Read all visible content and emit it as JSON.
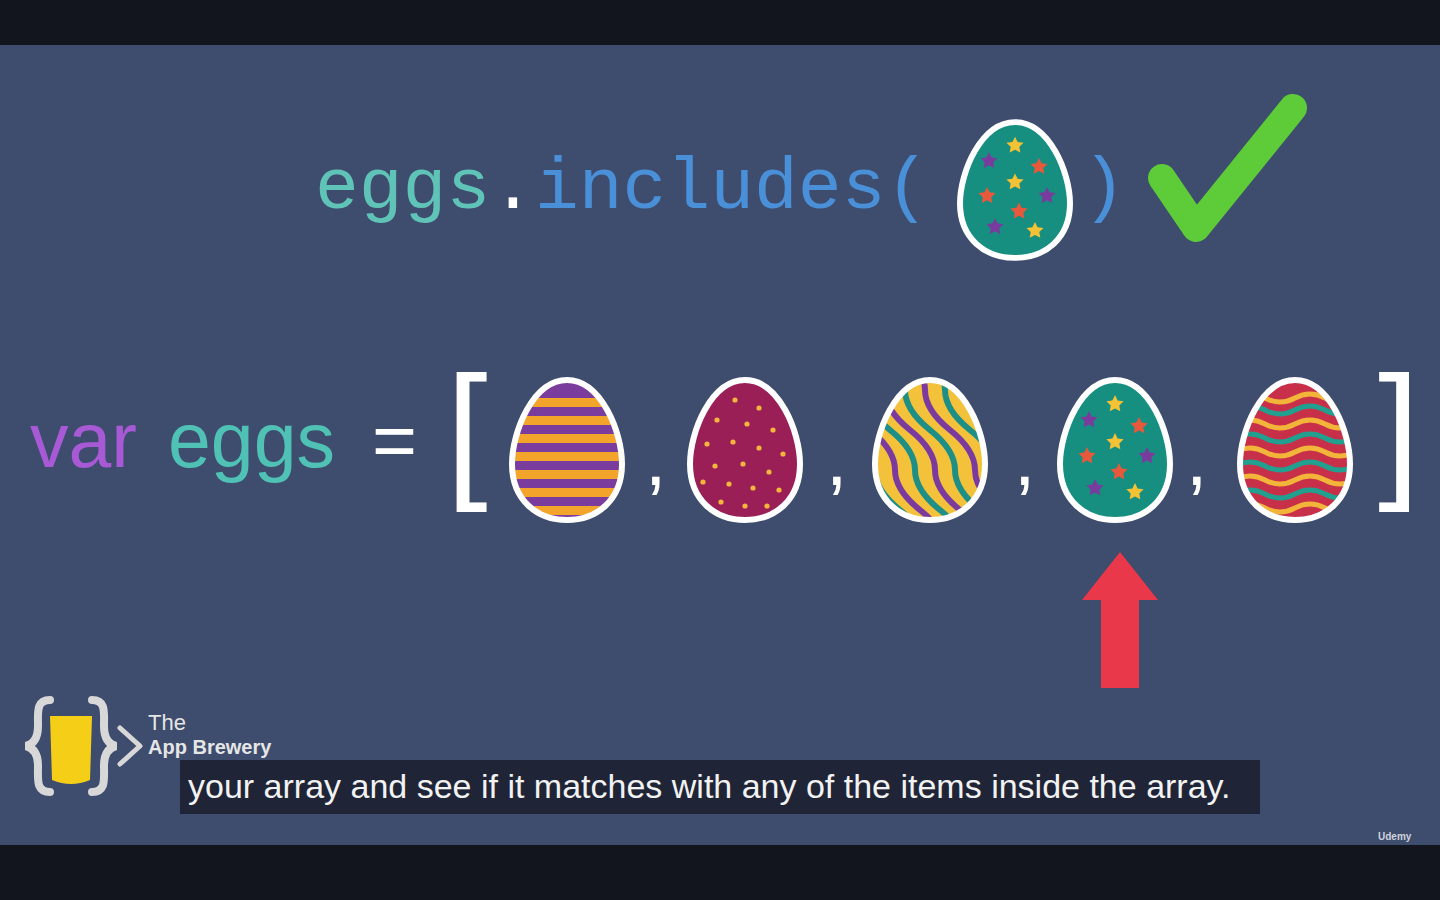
{
  "diagram": {
    "labels": [
      "eggs",
      ".",
      "includes(",
      ")",
      "var",
      "eggs",
      "=",
      "[",
      ",",
      ",",
      ",",
      ",",
      "]",
      "The",
      "App Brewery",
      "your array and see if it matches with any of the items inside the array.",
      "Udemy"
    ]
  }
}
